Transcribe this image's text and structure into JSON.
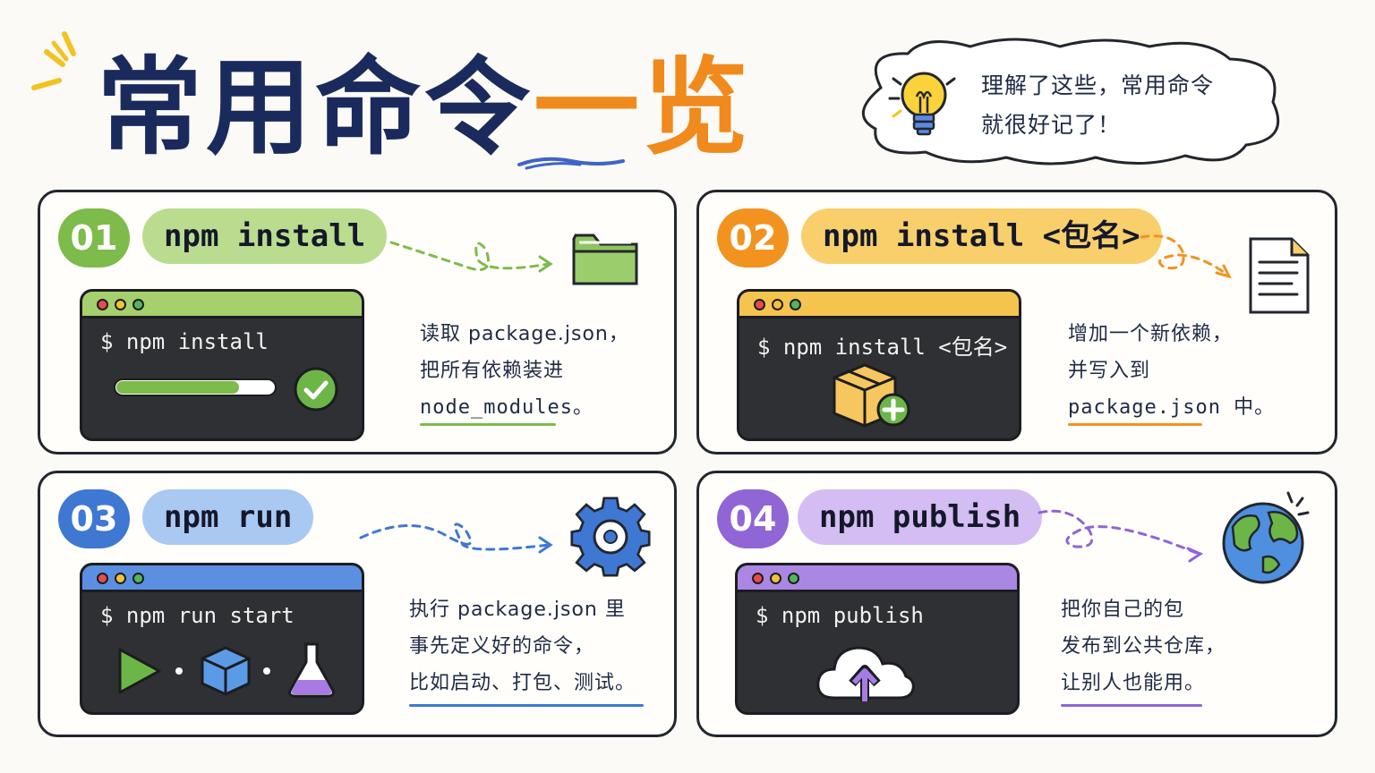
{
  "title": {
    "main": "常用命令",
    "accent": "一览"
  },
  "tip": {
    "line1": "理解了这些，常用命令",
    "line2": "就很好记了！"
  },
  "cards": [
    {
      "number": "01",
      "command": "npm install",
      "terminal": "$ npm install",
      "desc": [
        "读取 package.json，",
        "把所有依赖装进",
        "node_modules。"
      ],
      "color": "#7dbb4a",
      "pill_color": "#b9dc8e",
      "icon": "folder-icon",
      "progress": 0.78
    },
    {
      "number": "02",
      "command": "npm install <包名>",
      "terminal": "$ npm install <包名>",
      "desc": [
        "增加一个新依赖，",
        "并写入到",
        "package.json 中。"
      ],
      "color": "#f2931f",
      "pill_color": "#f8cf6b",
      "icon": "document-icon"
    },
    {
      "number": "03",
      "command": "npm run",
      "terminal": "$ npm run start",
      "desc": [
        "执行 package.json 里",
        "事先定义好的命令，",
        "比如启动、打包、测试。"
      ],
      "color": "#3f78d3",
      "pill_color": "#a9c8f2",
      "icon": "gear-icon"
    },
    {
      "number": "04",
      "command": "npm publish",
      "terminal": "$ npm publish",
      "desc": [
        "把你自己的包",
        "发布到公共仓库，",
        "让别人也能用。"
      ],
      "color": "#9065d6",
      "pill_color": "#d3bdf2",
      "icon": "globe-icon"
    }
  ]
}
